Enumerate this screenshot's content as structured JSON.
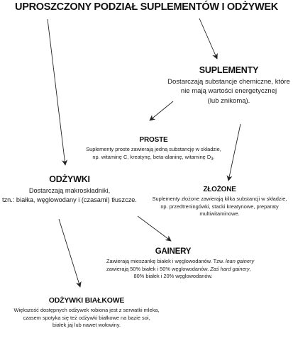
{
  "title": "UPROSZCZONY PODZIAŁ SUPLEMENTÓW I ODŻYWEK",
  "nodes": {
    "suplementy": {
      "heading": "SUPLEMENTY",
      "desc_1": "Dostarczają substancje chemiczne, które",
      "desc_2": "nie mają wartości energetycznej",
      "desc_3": "(lub znikomą)."
    },
    "proste": {
      "heading": "PROSTE",
      "desc_1": "Suplementy proste zawierają jedną substancję w składzie,",
      "desc_2a": "np. witaminę C, kreatynę, beta-alaninę, witaminę D",
      "desc_2_sub": "3",
      "desc_2b": "."
    },
    "zlozone": {
      "heading": "ZŁOŻONE",
      "desc_1": "Suplementy złożone zawierają kilka substancji w składzie,",
      "desc_2": "np. przedtreningówki, stacki kreatynowe, preparaty",
      "desc_3": "multiwitaminowe."
    },
    "odzywki": {
      "heading": "ODŻYWKI",
      "desc_1": "Dostarczają makroskładniki,",
      "desc_2": "tzn.: białka, węglowodany i (czasami) tłuszcze."
    },
    "gainery": {
      "heading": "GAINERY",
      "desc_1a": "Zawierają mieszankę białek i węglowodanów. Tzw. ",
      "desc_1_em": "lean gainery",
      "desc_2a": "zawierają 50% białek i 50% węglowodanów. ",
      "desc_2_em": "Zaś hard gainery",
      "desc_2b": ",",
      "desc_3": "80% białek i 20% węglowodanów."
    },
    "bialkowe": {
      "heading": "ODŻYWKI BIAŁKOWE",
      "desc_1": "Większość dostępnych odżywek robiona jest z serwatki mleka,",
      "desc_2": "czasem spotyka się też odżywki białkowe na bazie soi,",
      "desc_3": "białek jaj lub nawet wołowiny."
    }
  },
  "colors": {
    "text": "#1a1a1a",
    "arrow": "#222222",
    "background": "#ffffff"
  }
}
